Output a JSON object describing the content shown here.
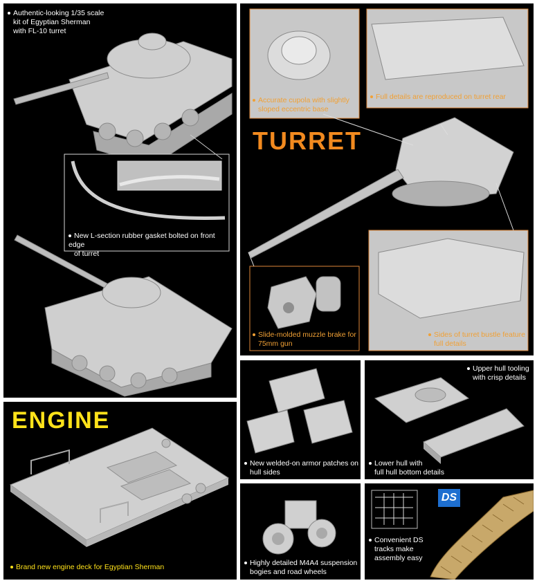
{
  "colors": {
    "panel_bg": "#000000",
    "turret_title": "#f28a1f",
    "engine_title": "#ffe21a",
    "turret_caption": "#f0a035",
    "engine_caption": "#ffe21a",
    "caption": "#ffffff",
    "part_gray": "#c9c9c9",
    "track_tan": "#c8a86a",
    "ds_blue": "#1e6fd0"
  },
  "hull_panel": {
    "caption_main": [
      "Authentic-looking 1/35 scale",
      "kit of Egyptian Sherman",
      "with FL-10 turret"
    ],
    "caption_gasket": [
      "New L-section rubber gasket bolted on front edge",
      "of turret"
    ]
  },
  "turret_panel": {
    "title": "TURRET",
    "caption_cupola": [
      "Accurate cupola with slightly",
      "sloped eccentric base"
    ],
    "caption_rear": "Full details are reproduced on turret rear",
    "caption_muzzle": [
      "Slide-molded muzzle brake for",
      "75mm gun"
    ],
    "caption_bustle": [
      "Sides of turret bustle feature",
      "full details"
    ]
  },
  "engine_panel": {
    "title": "ENGINE",
    "caption": "Brand new engine deck for Egyptian Sherman"
  },
  "armor_panel": {
    "caption": [
      "New welded-on armor patches on",
      "hull sides"
    ]
  },
  "hull_tooling_panel": {
    "caption_upper": [
      "Upper hull tooling",
      "with crisp details"
    ],
    "caption_lower": [
      "Lower hull with",
      "full hull bottom details"
    ]
  },
  "suspension_panel": {
    "caption": [
      "Highly detailed M4A4 suspension",
      "bogies and road wheels"
    ]
  },
  "tracks_panel": {
    "logo": "DS",
    "caption": [
      "Convenient DS",
      "tracks make",
      "assembly easy"
    ]
  }
}
